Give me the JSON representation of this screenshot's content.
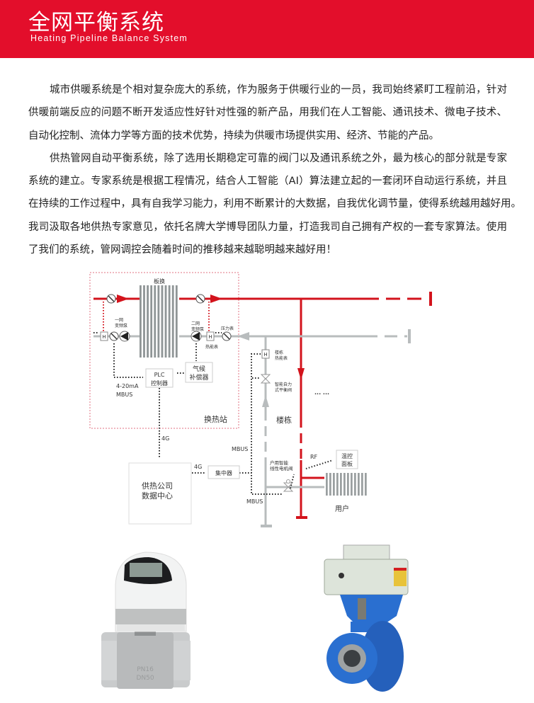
{
  "header": {
    "title": "全网平衡系统",
    "subtitle": "Heating Pipeline Balance System"
  },
  "paragraphs": [
    {
      "lines": [
        "城市供暖系统是个相对复杂庞大的系统，作为服务于供暖行业的一员，我司始终紧盯工程前沿，针对",
        "供暖前端反应的问题不断开发适应性好针对性强的新产品，用我们在人工智能、通讯技术、微电子技术、",
        "自动化控制、流体力学等方面的技术优势，持续为供暖市场提供实用、经济、节能的产品。"
      ]
    },
    {
      "lines": [
        "供热管网自动平衡系统，除了选用长期稳定可靠的阀门以及通讯系统之外，最为核心的部分就是专家",
        "系统的建立。专家系统是根据工程情况，结合人工智能（AI）算法建立起的一套闭环自动运行系统，并且",
        "在持续的工作过程中，具有自我学习能力，利用不断累计的大数据，自我优化调节量，使得系统越用越好用。",
        "我司汲取各地供热专家意见，依托名牌大学博导团队力量，打造我司自己拥有产权的一套专家算法。使用",
        "了我们的系统，管网调控会随着时间的推移越来越聪明越来越好用！"
      ]
    }
  ],
  "diagram": {
    "plate_exchanger": "板换",
    "primary_pump": [
      "一网",
      "变频泵"
    ],
    "secondary_pump": [
      "二网",
      "变频泵"
    ],
    "pressure_gauge": "压力表",
    "heat_meter": "热能表",
    "h_mark": "H",
    "climate_compensator": [
      "气候",
      "补偿器"
    ],
    "plc": [
      "PLC",
      "控制器"
    ],
    "signal_analog": "4-20mA",
    "mbus": "MBUS",
    "station": "换热站",
    "building_meter": [
      "楼栋",
      "热能表"
    ],
    "balance_valve": [
      "智能自力",
      "式平衡阀"
    ],
    "ellipsis": "··· ···",
    "building": "楼栋",
    "link_4g": "4G",
    "mbus_2": "MBUS",
    "mbus_3": "MBUS",
    "rf": "RF",
    "thermostat": [
      "温控",
      "面板"
    ],
    "user_valve": [
      "户用智能",
      "线性电机阀"
    ],
    "concentrator": "集中器",
    "link_4g_2": "4G",
    "data_center": [
      "供热公司",
      "数据中心"
    ],
    "user": "用户"
  },
  "products": {
    "valve_marking": [
      "PN16",
      "DN50"
    ]
  },
  "colors": {
    "brand_red": "#e30e2b",
    "pipe_red": "#d3131c",
    "pipe_gray": "#b8bcbd",
    "valve_blue": "#2a6fd0"
  }
}
